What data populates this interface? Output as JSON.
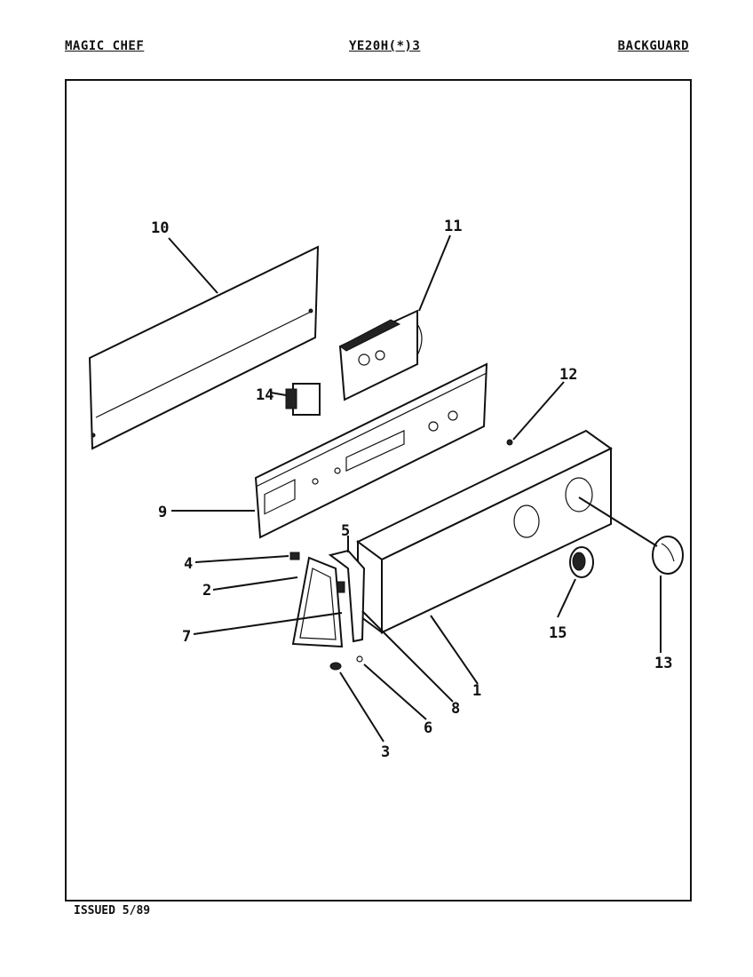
{
  "header": {
    "brand": "MAGIC CHEF",
    "model": "YE20H(*)3",
    "section": "BACKGUARD"
  },
  "footer": {
    "issued": "ISSUED 5/89"
  },
  "callouts": [
    "1",
    "2",
    "3",
    "4",
    "5",
    "6",
    "7",
    "8",
    "9",
    "10",
    "11",
    "12",
    "13",
    "14",
    "15"
  ]
}
